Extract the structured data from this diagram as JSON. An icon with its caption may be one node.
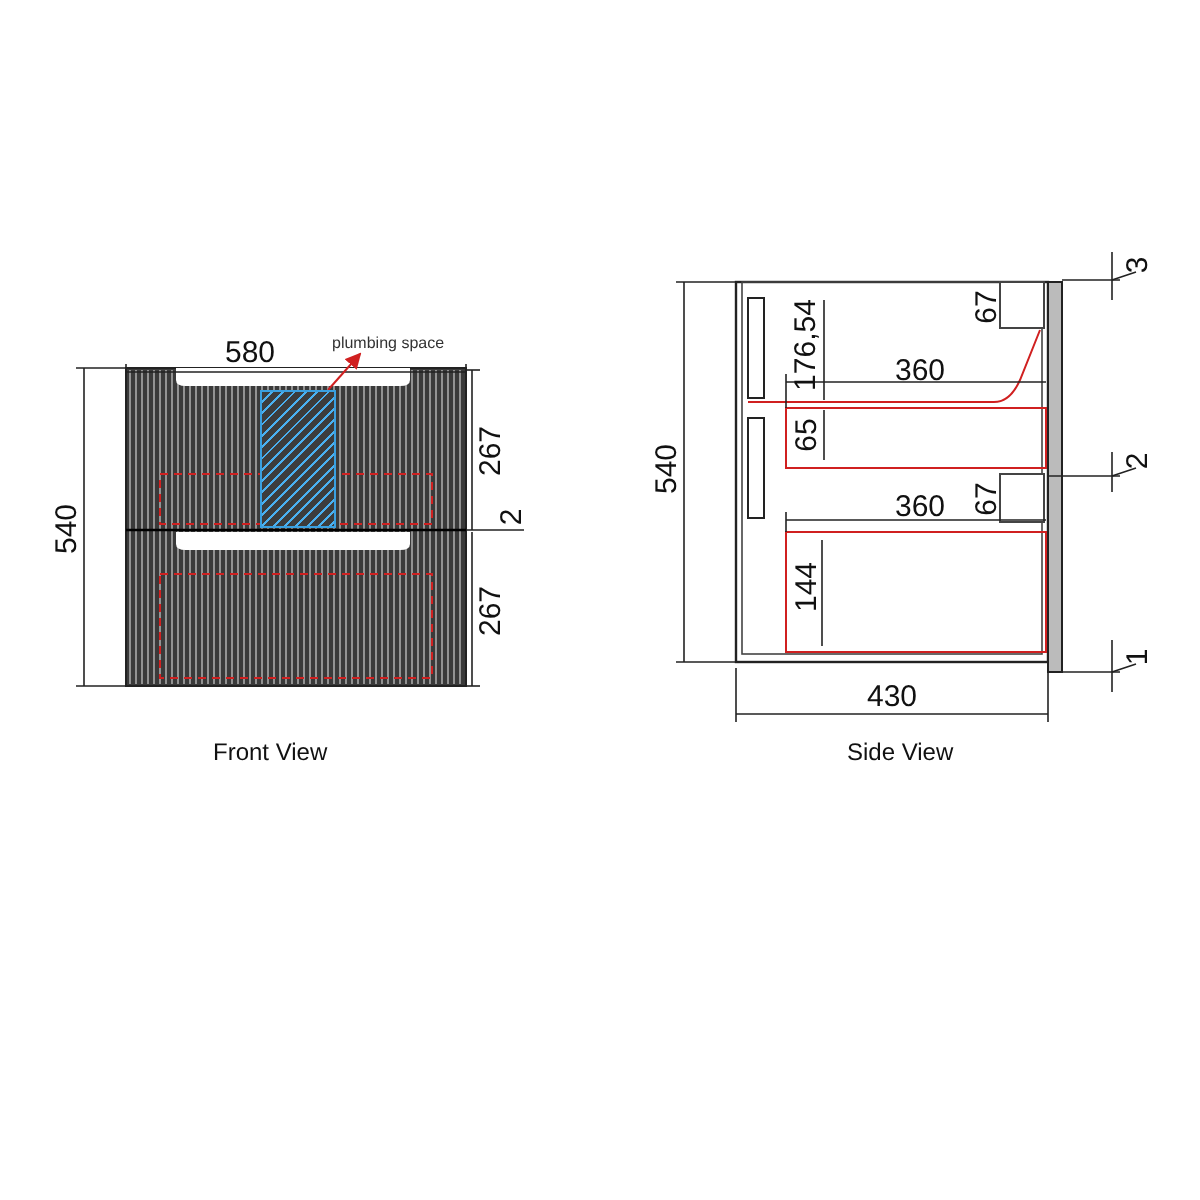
{
  "diagram": {
    "nodes": [
      {
        "text": [
          "plumbing space"
        ]
      },
      {
        "text": [],
        "shape": "box"
      }
    ],
    "edges": [
      {
        "from": 1,
        "to": 0,
        "arrow": "to"
      }
    ],
    "labels": [
      "580",
      "540",
      "267",
      "2",
      "267",
      "Front View",
      "540",
      "176,54",
      "67",
      "360",
      "65",
      "360",
      "67",
      "144",
      "430",
      "3",
      "2",
      "1",
      "Side View"
    ]
  }
}
